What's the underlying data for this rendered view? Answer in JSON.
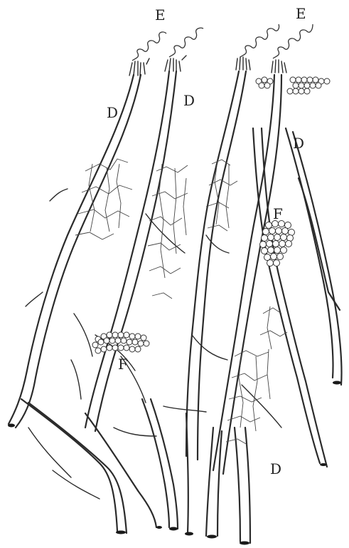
{
  "labels": {
    "e_left": "E",
    "e_right": "E",
    "d_top_left": "D",
    "d_top_mid": "D",
    "d_right": "D",
    "d_bottom": "D",
    "f_right": "F",
    "f_left": "F"
  },
  "colors": {
    "ink": "#2b2b2b",
    "paper": "#ffffff"
  }
}
